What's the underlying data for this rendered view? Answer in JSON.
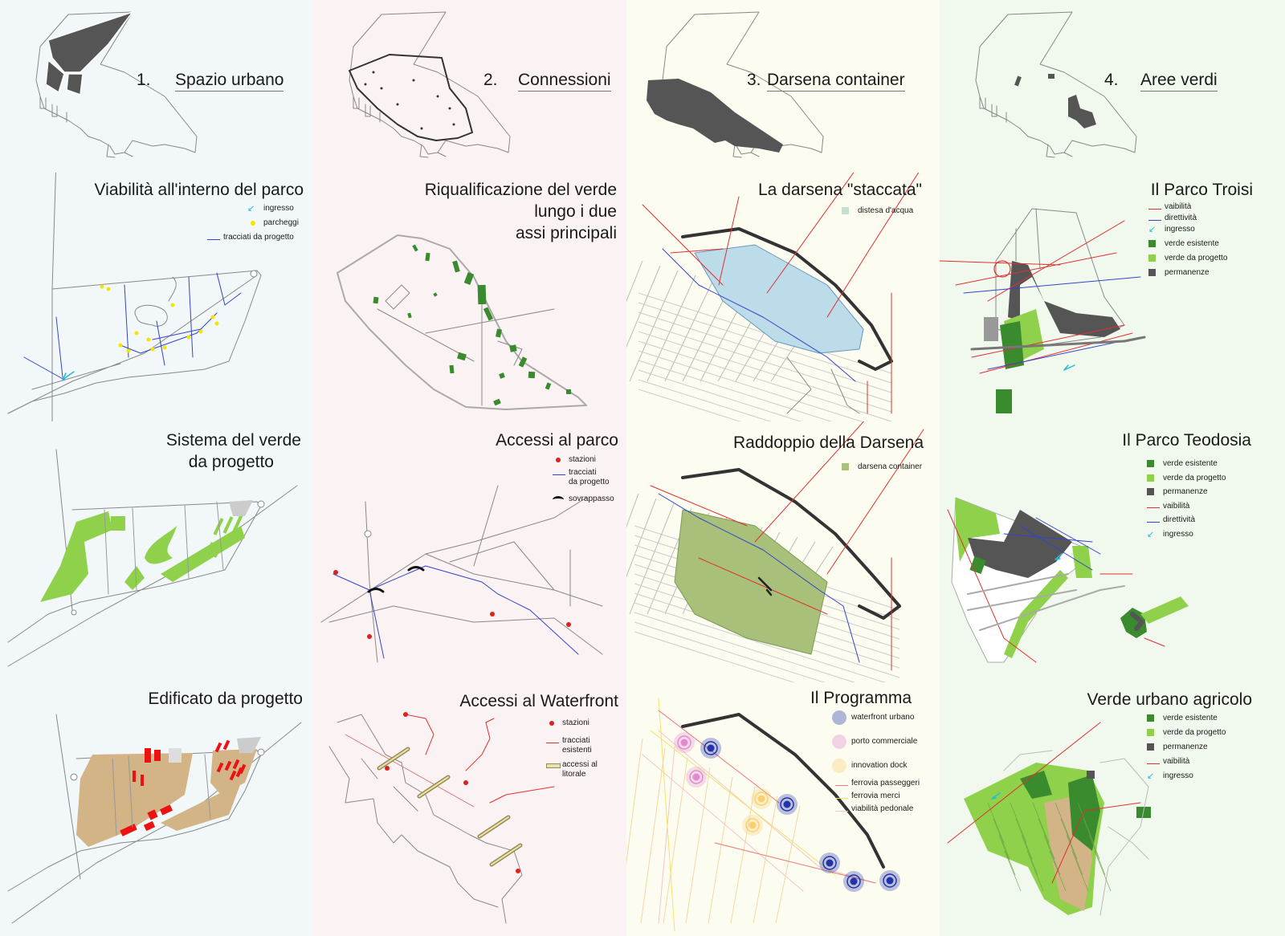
{
  "colors": {
    "bg_col1": "#f2f8f9",
    "bg_col2": "#fbf3f3",
    "bg_col3": "#fcfcf1",
    "bg_col4": "#f1f8ee",
    "outline": "#888888",
    "dark_fill": "#555555",
    "light_green": "#8fd14a",
    "dark_green": "#3a8a2e",
    "water_blue": "#bcdcea",
    "olive": "#a8c07a",
    "tan": "#d2b486",
    "building_red": "#ee1111",
    "road_red": "#e03030",
    "track_blue": "#3344cc",
    "ingresso_cyan": "#22bbdd",
    "parking_yellow": "#f4e400",
    "station_red": "#e02020",
    "ring_blue": "#2233aa",
    "ring_pink": "#e08ad0",
    "ring_yellow": "#f8d070"
  },
  "steps": [
    {
      "num": "1.",
      "label": "Spazio urbano"
    },
    {
      "num": "2.",
      "label": "Connessioni"
    },
    {
      "num": "3.",
      "label": "Darsena container"
    },
    {
      "num": "4.",
      "label": "Aree verdi"
    }
  ],
  "panels": {
    "viabilita": {
      "title": "Viabilità all'interno del parco",
      "legend": [
        {
          "icon": "arrow-icon",
          "text": "ingresso"
        },
        {
          "icon": "dot-icon",
          "text": "parcheggi"
        },
        {
          "icon": "line-icon",
          "text": "tracciati da progetto"
        }
      ]
    },
    "riqualificazione": {
      "title_lines": [
        "Riqualificazione del verde",
        "lungo i due",
        "assi principali"
      ]
    },
    "staccata": {
      "title": "La darsena \"staccata\"",
      "legend": [
        {
          "icon": "square-icon",
          "text": "distesa d'acqua"
        }
      ]
    },
    "troisi": {
      "title": "Il Parco Troisi",
      "legend": [
        {
          "icon": "line-icon",
          "text": "vaibilità"
        },
        {
          "icon": "line-icon",
          "text": "direttività"
        },
        {
          "icon": "arrow-icon",
          "text": "ingresso"
        },
        {
          "icon": "square-icon",
          "text": "verde esistente"
        },
        {
          "icon": "square-icon",
          "text": "verde da progetto"
        },
        {
          "icon": "square-icon",
          "text": "permanenze"
        }
      ]
    },
    "sistema": {
      "title_lines": [
        "Sistema del verde",
        "da progetto"
      ]
    },
    "accessi_parco": {
      "title": "Accessi al parco",
      "legend": [
        {
          "icon": "dot-icon",
          "text": "stazioni"
        },
        {
          "icon": "line-icon",
          "text": "tracciati\nda progetto"
        },
        {
          "icon": "overpass-icon",
          "text": "sovrappasso"
        }
      ]
    },
    "raddoppio": {
      "title": "Raddoppio della Darsena",
      "legend": [
        {
          "icon": "square-icon",
          "text": "darsena container"
        }
      ]
    },
    "teodosia": {
      "title": "Il Parco Teodosia",
      "legend": [
        {
          "icon": "square-icon",
          "text": "verde esistente"
        },
        {
          "icon": "square-icon",
          "text": "verde da progetto"
        },
        {
          "icon": "square-icon",
          "text": "permanenze"
        },
        {
          "icon": "line-icon",
          "text": "vaibilità"
        },
        {
          "icon": "line-icon",
          "text": "direttività"
        },
        {
          "icon": "arrow-icon",
          "text": "ingresso"
        }
      ]
    },
    "edificato": {
      "title": "Edificato da progetto"
    },
    "waterfront": {
      "title": "Accessi al Waterfront",
      "legend": [
        {
          "icon": "dot-icon",
          "text": "stazioni"
        },
        {
          "icon": "line-icon",
          "text": "tracciati\nesistenti"
        },
        {
          "icon": "bridge-icon",
          "text": "accessi al\nlitorale"
        }
      ]
    },
    "programma": {
      "title": "Il Programma",
      "legend": [
        {
          "icon": "ring-icon",
          "text": "waterfront urbano"
        },
        {
          "icon": "ring-icon",
          "text": "porto commerciale"
        },
        {
          "icon": "ring-icon",
          "text": "innovation dock"
        },
        {
          "icon": "line-icon",
          "text": "ferrovia passeggeri"
        },
        {
          "icon": "line-icon",
          "text": "ferrovia merci"
        },
        {
          "icon": "line-icon",
          "text": "viabilità pedonale"
        }
      ]
    },
    "agricolo": {
      "title": "Verde urbano agricolo",
      "legend": [
        {
          "icon": "square-icon",
          "text": "verde esistente"
        },
        {
          "icon": "square-icon",
          "text": "verde da progetto"
        },
        {
          "icon": "square-icon",
          "text": "permanenze"
        },
        {
          "icon": "line-icon",
          "text": "vaibilità"
        },
        {
          "icon": "arrow-icon",
          "text": "ingresso"
        }
      ]
    }
  }
}
